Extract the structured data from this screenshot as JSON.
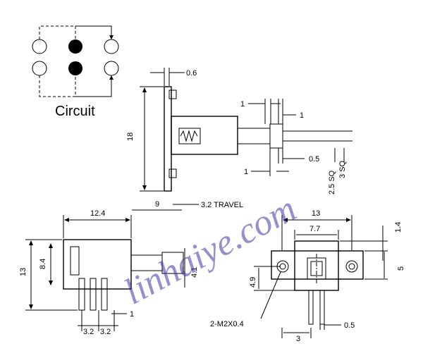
{
  "circuit_label": "Circuit",
  "watermark": "linhaiye.com",
  "top_view_dims": {
    "top": "0.6",
    "height": "18",
    "one_a": "1",
    "one_b": "1",
    "one_c": "1",
    "half": "0.5",
    "sq_a": "2.5 SQ",
    "sq_b": "3 SQ",
    "travel": "3.2 TRAVEL"
  },
  "side_view_dims": {
    "width": "12.4",
    "nine": "9",
    "height": "13",
    "inner": "8.4",
    "plunger": "4.1",
    "pin_a": "3.2",
    "pin_b": "3.2",
    "pin_gap": "1"
  },
  "front_view_dims": {
    "width": "13",
    "inner_w": "7.7",
    "top": "1.4",
    "side": "5",
    "height": "4.9",
    "screw": "2-M2X0.4",
    "base": "3",
    "pin": "0.5"
  }
}
